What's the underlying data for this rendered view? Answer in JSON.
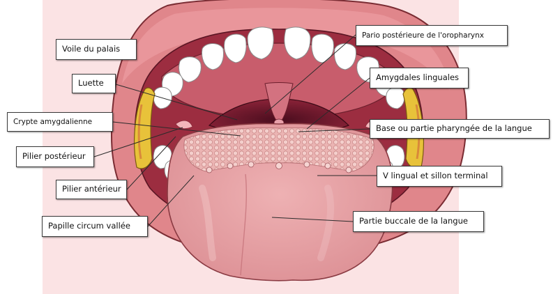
{
  "diagram": {
    "labels": {
      "voile_du_palais": "Voile du palais",
      "luette": "Luette",
      "crypte_amygdalienne": "Crypte amygdalienne",
      "pilier_posterieur": "Pilier postérieur",
      "pilier_anterieur": "Pilier antérieur",
      "papille_circum_vallee": "Papille circum vallée",
      "paroi_posterieure_oropharynx": "Pario postérieure de l'oropharynx",
      "amygdales_linguales": "Amygdales linguales",
      "base_langue": "Base ou partie pharyngée de la langue",
      "v_lingual": "V lingual et sillon terminal",
      "partie_buccale": "Partie buccale de la langue"
    },
    "colors": {
      "background_panel": "#fbe3e4",
      "lips": "#e0868b",
      "mouth_cavity": "#8a1f34",
      "palate": "#c9606e",
      "teeth": "#ffffff",
      "tonsil": "#e8c23a",
      "tongue": "#e9a1a5",
      "papillae": "#f2c6c4"
    }
  }
}
